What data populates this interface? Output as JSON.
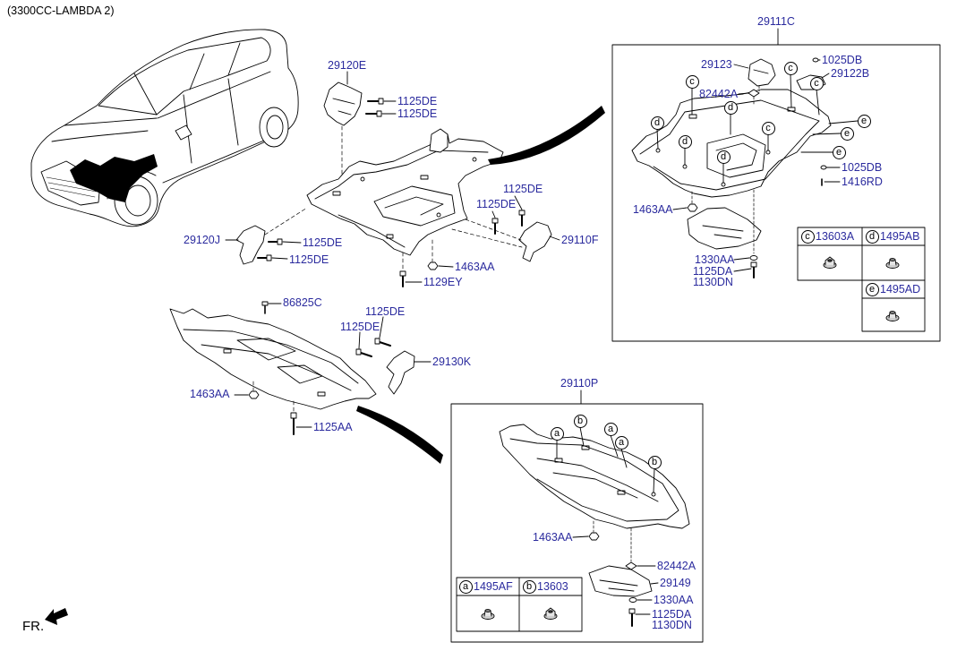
{
  "header": {
    "engine_variant": "(3300CC-LAMBDA 2)"
  },
  "main_plate": {
    "upper_bracket": {
      "part_no": "29120E",
      "bolts": [
        "1125DE",
        "1125DE"
      ]
    },
    "left_bracket": {
      "part_no": "29120J",
      "bolts": [
        "1125DE",
        "1125DE"
      ]
    },
    "right_bracket": {
      "part_no": "29110F",
      "bolts": [
        "1125DE",
        "1125DE"
      ]
    },
    "nut": "1463AA",
    "bolt": "1129EY"
  },
  "front_cover": {
    "clip": "86825C",
    "bracket": {
      "part_no": "29130K",
      "bolts": [
        "1125DE",
        "1125DE"
      ]
    },
    "nut": "1463AA",
    "bolt": "1125AA"
  },
  "assembly_29111C": {
    "part_no": "29111C",
    "components": [
      "29123",
      "1025DB",
      "29122B",
      "82442A",
      "1025DB",
      "1416RD",
      "1463AA",
      "1330AA",
      "1125DA",
      "1130DN"
    ],
    "callouts": [
      "c",
      "c",
      "c",
      "c",
      "d",
      "d",
      "d",
      "d",
      "e",
      "e",
      "e"
    ],
    "legend": [
      {
        "key": "c",
        "part_no": "13603A"
      },
      {
        "key": "d",
        "part_no": "1495AB"
      },
      {
        "key": "e",
        "part_no": "1495AD"
      }
    ]
  },
  "assembly_29110P": {
    "part_no": "29110P",
    "components": [
      "1463AA",
      "82442A",
      "29149",
      "1330AA",
      "1125DA",
      "1130DN"
    ],
    "callouts": [
      "a",
      "b",
      "a",
      "a",
      "b"
    ],
    "legend": [
      {
        "key": "a",
        "part_no": "1495AF"
      },
      {
        "key": "b",
        "part_no": "13603"
      }
    ]
  },
  "direction": {
    "label": "FR."
  },
  "colors": {
    "part_number": "#2b2b9e",
    "linework": "#000000"
  }
}
